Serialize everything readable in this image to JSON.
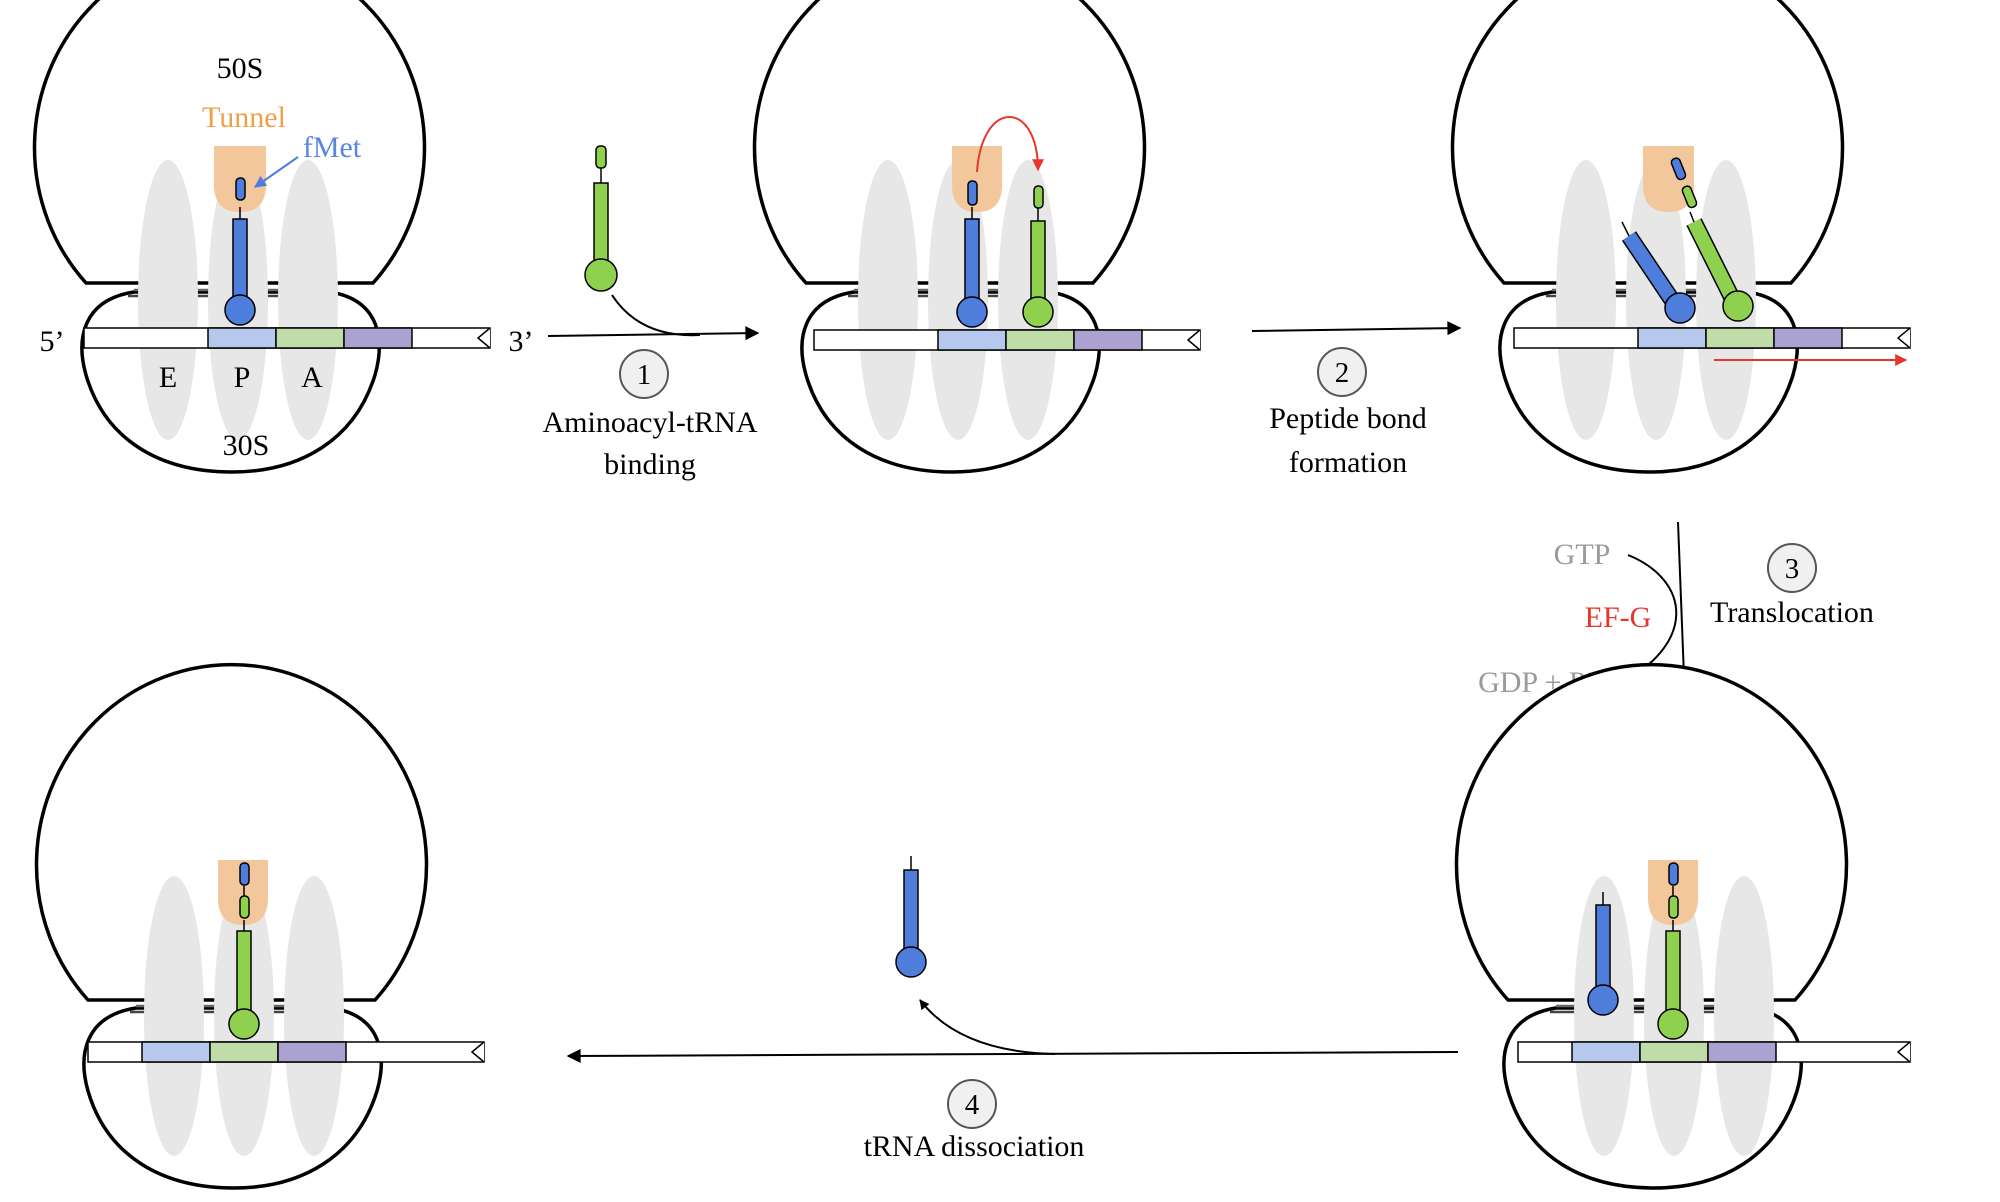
{
  "labels": {
    "large_subunit": "50S",
    "small_subunit": "30S",
    "tunnel": "Tunnel",
    "fmet": "fMet",
    "five_prime": "5’",
    "three_prime": "3’",
    "site_e": "E",
    "site_p": "P",
    "site_a": "A"
  },
  "steps": [
    {
      "number": "1",
      "line1": "Aminoacyl-tRNA",
      "line2": "binding"
    },
    {
      "number": "2",
      "line1": "Peptide bond",
      "line2": "formation"
    },
    {
      "number": "3",
      "line1": "Translocation",
      "line2": ""
    },
    {
      "number": "4",
      "line1": "tRNA dissociation",
      "line2": ""
    }
  ],
  "translocation": {
    "gtp": "GTP",
    "efg": "EF-G",
    "gdp": "GDP + Pi"
  },
  "colors": {
    "tunnel": "#f2c79b",
    "tunnel_label": "#eda048",
    "blue_trna": "#4f7ddb",
    "green_trna": "#8fd14f",
    "fmet_label": "#5b86e0",
    "codon_blue": "#b6c8ee",
    "codon_green": "#bfdca9",
    "codon_purple": "#aba2d2",
    "site_shadow": "#e7e7e7",
    "red_arrow": "#e8352b",
    "gray_text": "#9a9a9a"
  }
}
